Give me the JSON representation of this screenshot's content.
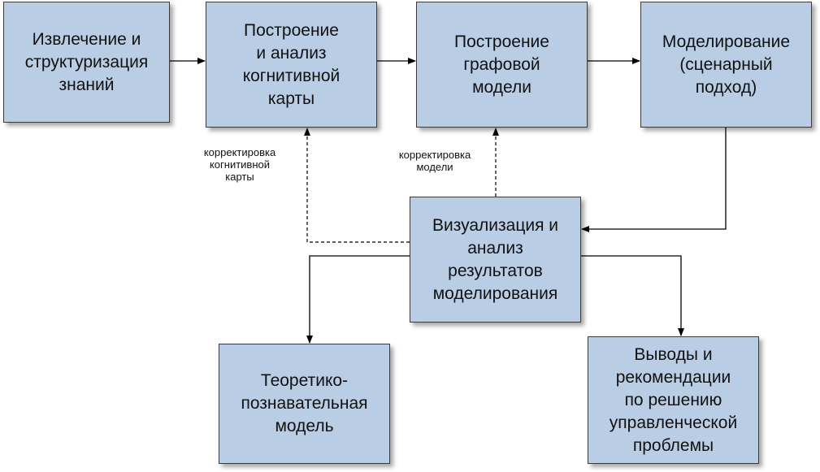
{
  "nodes": {
    "extract": "Извлечение и\nструктуризация\nзнаний",
    "cogmap": "Построение\nи анализ\nкогнитивной\nкарты",
    "graph": "Построение\nграфовой\nмодели",
    "model": "Моделирование\n(сценарный\nподход)",
    "visual": "Визуализация и\nанализ\nрезультатов\nмоделирования",
    "theory": "Теоретико-\nпознавательная\nмодель",
    "conclusions": "Выводы и\nрекомендации\nпо решению\nуправленческой\nпроблемы"
  },
  "edge_labels": {
    "cogmap_correction": "корректировка\nкогнитивной\nкарты",
    "model_correction": "корректировка\nмодели"
  },
  "colors": {
    "box_fill": "#b9cde5",
    "box_border": "#3a3a3a",
    "line": "#000000"
  }
}
